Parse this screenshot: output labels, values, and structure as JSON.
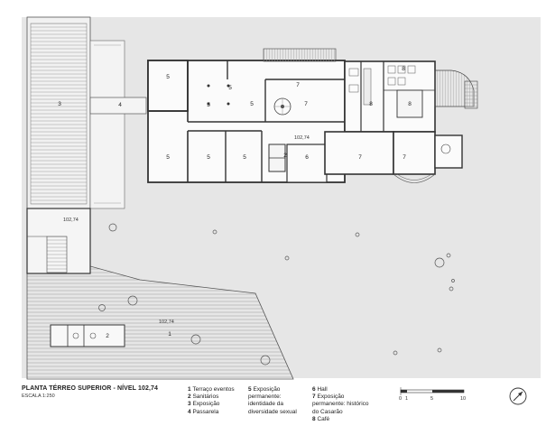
{
  "title": "PLANTA TÉRREO SUPERIOR - NÍVEL 102,74",
  "scale_label": "ESCALA 1:250",
  "level_labels": [
    "102,74",
    "102,74",
    "102,74"
  ],
  "room_numbers": {
    "terrace": "1",
    "sanitary_a": "2",
    "sanitary_b": "2",
    "walkway_left": "3",
    "passarela": "4",
    "exposition_rooms": [
      "5",
      "5",
      "5",
      "5",
      "5",
      "5",
      "5"
    ],
    "hall": "6",
    "exposition_historic": [
      "7",
      "7",
      "7",
      "7"
    ],
    "cafe": [
      "8",
      "8",
      "8"
    ]
  },
  "legend": {
    "col1": [
      {
        "num": "1",
        "text": "Terraço eventos"
      },
      {
        "num": "2",
        "text": "Sanitários"
      },
      {
        "num": "3",
        "text": "Exposição"
      },
      {
        "num": "4",
        "text": "Passarela"
      }
    ],
    "col2": [
      {
        "num": "5",
        "text": "Exposição"
      },
      {
        "num": "",
        "text": "permanente:"
      },
      {
        "num": "",
        "text": "identidade da"
      },
      {
        "num": "",
        "text": "diversidade sexual"
      }
    ],
    "col3": [
      {
        "num": "6",
        "text": "Hall"
      },
      {
        "num": "7",
        "text": "Exposição"
      },
      {
        "num": "",
        "text": "permanente: histórico"
      },
      {
        "num": "",
        "text": "do Casarão"
      },
      {
        "num": "8",
        "text": "Café"
      }
    ]
  },
  "scale_bar": {
    "ticks": [
      "0",
      "1",
      "5",
      "10"
    ]
  },
  "colors": {
    "site": "#e6e6e6",
    "walls": "#3a3a3a",
    "lines": "#555555"
  }
}
